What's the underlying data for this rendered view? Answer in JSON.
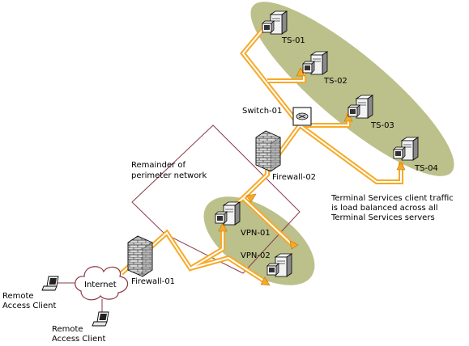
{
  "diagram": {
    "servers": {
      "ts01": "TS-01",
      "ts02": "TS-02",
      "ts03": "TS-03",
      "ts04": "TS-04",
      "vpn01": "VPN-01",
      "vpn02": "VPN-02"
    },
    "switch_label": "Switch-01",
    "firewall_inner": "Firewall-02",
    "firewall_outer": "Firewall-01",
    "internet_label": "Internet",
    "perimeter_label": [
      "Remainder of",
      "perimeter network"
    ],
    "client_left": [
      "Remote",
      "Access Client"
    ],
    "client_bottom": [
      "Remote",
      "Access Client"
    ],
    "note": [
      "Terminal Services client traffic",
      "is load balanced across all",
      "Terminal Services servers"
    ]
  },
  "colors": {
    "cluster_fill": "#bcc08a",
    "link_outer": "#f7a928",
    "link_inner": "#ffffff",
    "perimeter_line": "#8a3a4a",
    "firewall_brick": "#6a6a6a",
    "server_face": "#f2f2f2"
  }
}
